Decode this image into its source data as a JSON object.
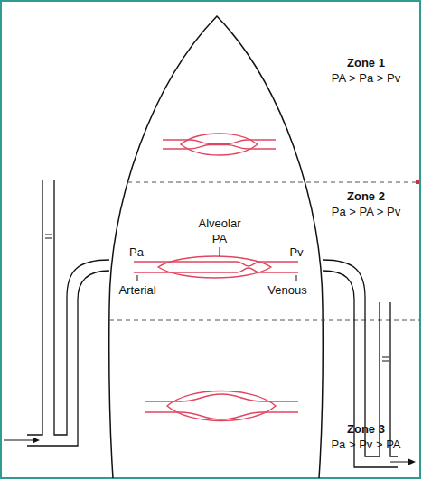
{
  "diagram": {
    "labels": [
      "Zone 1",
      "PA > Pa > Pv",
      "Zone 2",
      "Pa > PA > Pv",
      "Alveolar",
      "PA",
      "Pa",
      "Pv",
      "Arterial",
      "Venous",
      "Zone 3",
      "Pa > Pv > PA"
    ]
  }
}
